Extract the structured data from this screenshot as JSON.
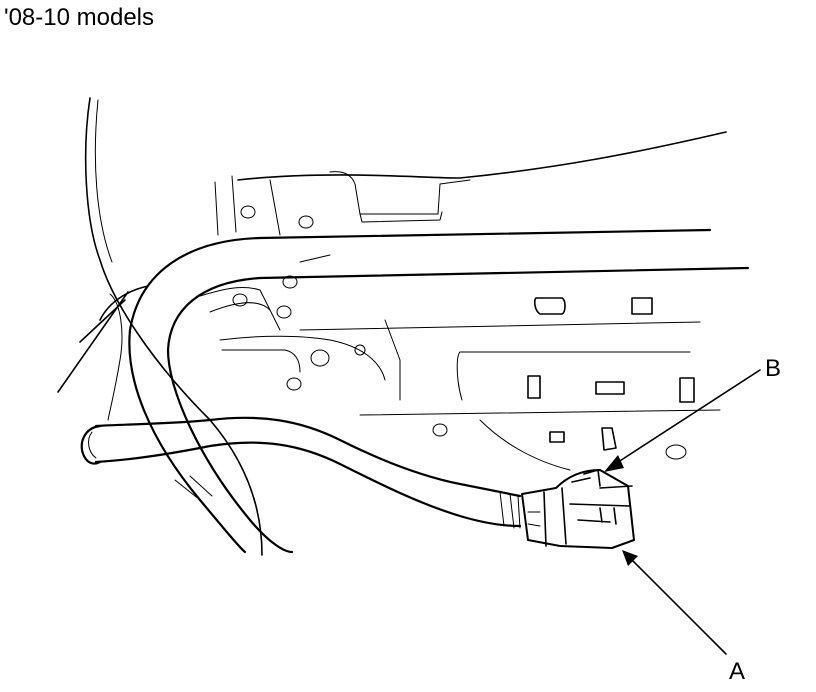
{
  "title": "'08-10 models",
  "callouts": {
    "b": "B",
    "a": "A"
  }
}
